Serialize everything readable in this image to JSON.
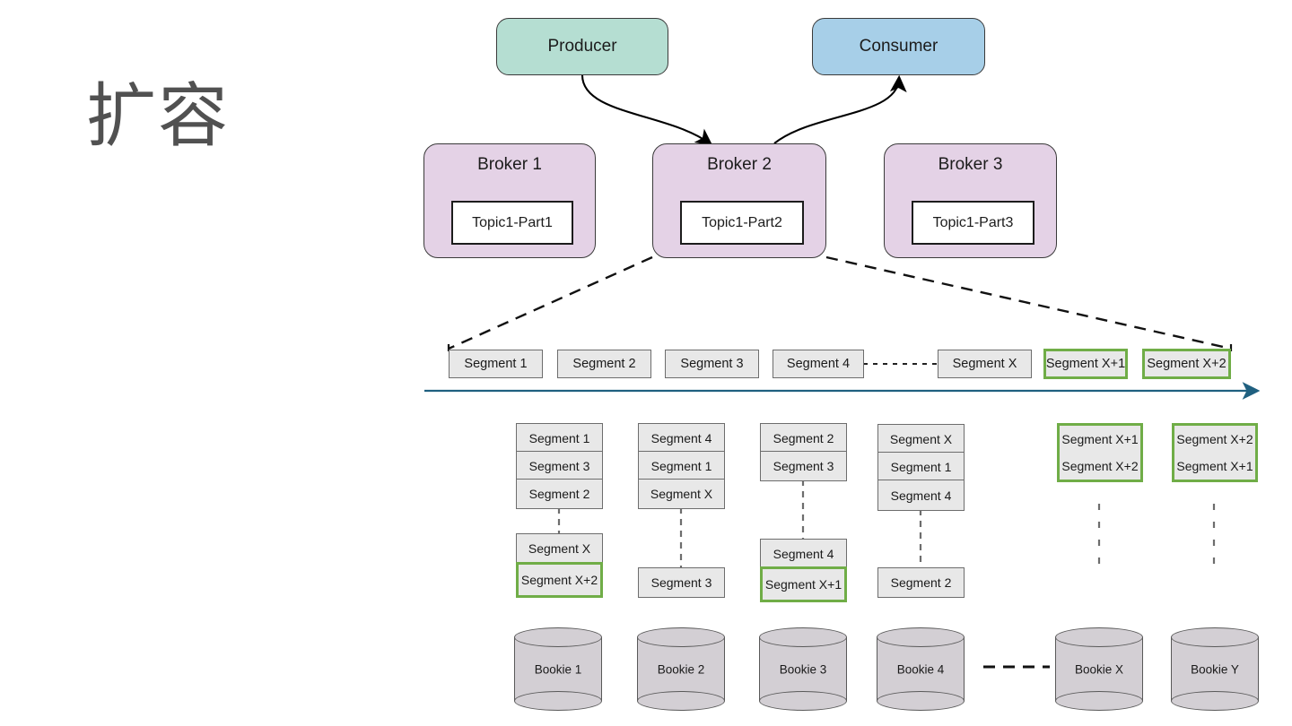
{
  "slide": {
    "title": "扩容"
  },
  "flow": {
    "producer": {
      "label": "Producer",
      "color": "#b5ded2"
    },
    "consumer": {
      "label": "Consumer",
      "color": "#a7cfe8"
    }
  },
  "brokers": [
    {
      "label": "Broker 1",
      "partition": "Topic1-Part1"
    },
    {
      "label": "Broker 2",
      "partition": "Topic1-Part2"
    },
    {
      "label": "Broker 3",
      "partition": "Topic1-Part3"
    }
  ],
  "broker_color": "#e4d2e6",
  "segment_row": {
    "items": [
      {
        "label": "Segment 1",
        "new": false
      },
      {
        "label": "Segment 2",
        "new": false
      },
      {
        "label": "Segment 3",
        "new": false
      },
      {
        "label": "Segment 4",
        "new": false
      },
      {
        "label": "Segment X",
        "new": false
      },
      {
        "label": "Segment X+1",
        "new": true
      },
      {
        "label": "Segment X+2",
        "new": true
      }
    ],
    "ellipsis_between": [
      "Segment 4",
      "Segment X"
    ],
    "timeline_color": "#1f6080"
  },
  "new_segment_color": "#70ad47",
  "bookie_columns": [
    {
      "top_stack": [
        "Segment 1",
        "Segment 3",
        "Segment 2"
      ],
      "top_new": [
        false,
        false,
        false
      ],
      "bottom_stack": [
        "Segment X",
        "Segment X+2"
      ],
      "bottom_new": [
        false,
        true
      ],
      "group_green": false,
      "dashed_tail": false
    },
    {
      "top_stack": [
        "Segment 4",
        "Segment 1",
        "Segment X"
      ],
      "top_new": [
        false,
        false,
        false
      ],
      "bottom_stack": [
        "Segment 3"
      ],
      "bottom_new": [
        false
      ],
      "group_green": false,
      "dashed_tail": false
    },
    {
      "top_stack": [
        "Segment 2",
        "Segment 3"
      ],
      "top_new": [
        false,
        false
      ],
      "bottom_stack": [
        "Segment 4",
        "Segment X+1"
      ],
      "bottom_new": [
        false,
        true
      ],
      "group_green": false,
      "dashed_tail": false
    },
    {
      "top_stack": [
        "Segment X",
        "Segment 1",
        "Segment 4"
      ],
      "top_new": [
        false,
        false,
        false
      ],
      "bottom_stack": [
        "Segment 2"
      ],
      "bottom_new": [
        false
      ],
      "group_green": false,
      "dashed_tail": false
    },
    {
      "top_stack": [
        "Segment X+1",
        "Segment X+2"
      ],
      "top_new": [
        true,
        true
      ],
      "bottom_stack": [],
      "bottom_new": [],
      "group_green": true,
      "dashed_tail": true
    },
    {
      "top_stack": [
        "Segment X+2",
        "Segment X+1"
      ],
      "top_new": [
        true,
        true
      ],
      "bottom_stack": [],
      "bottom_new": [],
      "group_green": true,
      "dashed_tail": true
    }
  ],
  "bookies": [
    {
      "label": "Bookie 1"
    },
    {
      "label": "Bookie 2"
    },
    {
      "label": "Bookie 3"
    },
    {
      "label": "Bookie 4"
    },
    {
      "label": "Bookie X"
    },
    {
      "label": "Bookie Y"
    }
  ],
  "bookie_ellipsis_between": [
    "Bookie 4",
    "Bookie X"
  ],
  "bookie_color": "#d3cfd4"
}
